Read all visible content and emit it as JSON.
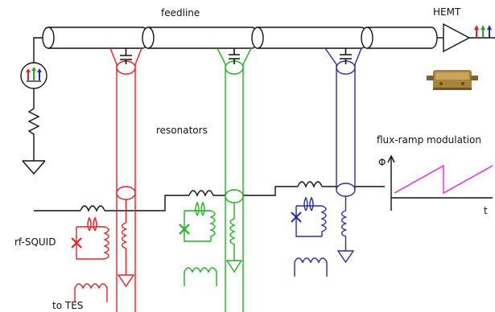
{
  "labels": {
    "feedline": "feedline",
    "hemt": "HEMT",
    "resonators": "resonators",
    "flux_ramp": "flux-ramp modulation",
    "rf_squid": "rf-SQUID",
    "to_tes": "to TES",
    "phi_axis": "Φ",
    "t_axis": "t"
  },
  "colors": {
    "resonator_1": "#ee1c24",
    "resonator_2": "#1db31d",
    "resonator_3": "#2b2ba6",
    "flux_ramp": "#ee22ee",
    "wire": "#111111",
    "amp_box": "#b08a3a"
  },
  "icons": {
    "source": "multi-tone-source-icon",
    "ground": "ground-icon",
    "amplifier": "amplifier-triangle-icon",
    "amp_photo": "hemt-amplifier-photo-icon"
  },
  "flux_ramp": {
    "shape": "sawtooth",
    "periods": 2
  }
}
